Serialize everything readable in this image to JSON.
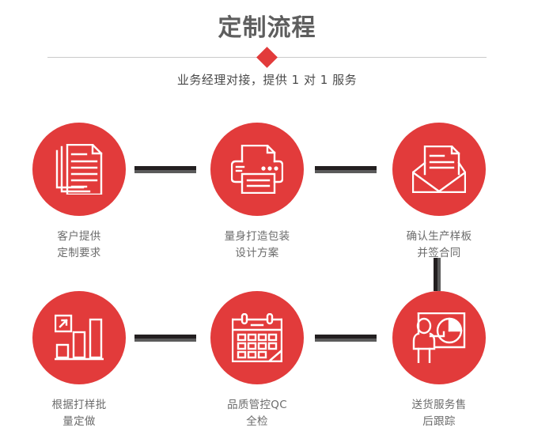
{
  "header": {
    "title": "定制流程",
    "subtitle": "业务经理对接，提供 1 对 1 服务",
    "divider_icon": "diamond-marker"
  },
  "colors": {
    "accent_red": "#e23b3b",
    "title_gray": "#5e5e5e",
    "label_gray": "#6b6b6b",
    "connector_dark": "#231f20",
    "connector_shade": "#5b5b5b",
    "divider_line": "#c9c9c9"
  },
  "flow": {
    "steps": [
      {
        "index": 1,
        "icon": "documents-stack-icon",
        "label": "客户提供\n定制要求"
      },
      {
        "index": 2,
        "icon": "printer-icon",
        "label": "量身打造包装\n设计方案"
      },
      {
        "index": 3,
        "icon": "envelope-document-icon",
        "label": "确认生产样板\n并签合同"
      },
      {
        "index": 4,
        "icon": "bar-chart-growth-icon",
        "label": "根据打样批\n量定做"
      },
      {
        "index": 5,
        "icon": "calendar-icon",
        "label": "品质管控QC\n全检"
      },
      {
        "index": 6,
        "icon": "presenter-pie-chart-icon",
        "label": "送货服务售\n后跟踪"
      }
    ],
    "connectors": [
      {
        "name": "connector-step1-step2",
        "orientation": "horizontal"
      },
      {
        "name": "connector-step2-step3",
        "orientation": "horizontal"
      },
      {
        "name": "connector-step3-step6",
        "orientation": "vertical"
      },
      {
        "name": "connector-step4-step5",
        "orientation": "horizontal"
      },
      {
        "name": "connector-step5-step6",
        "orientation": "horizontal"
      }
    ]
  }
}
